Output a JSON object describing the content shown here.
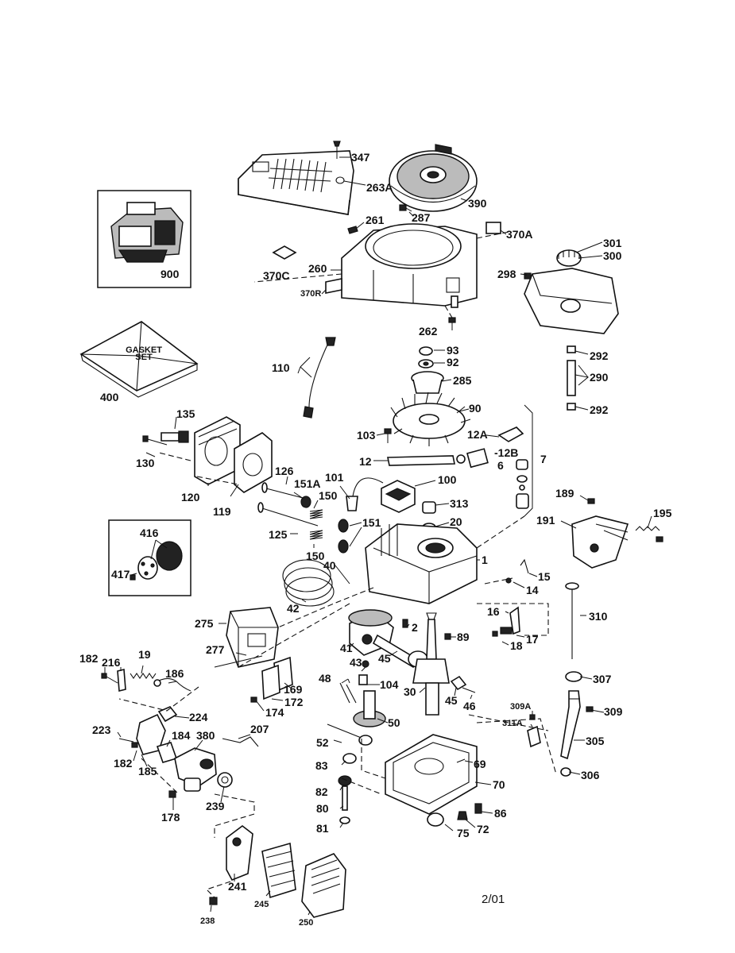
{
  "date_code": "2/01",
  "gasket_set_text": [
    "GASKET",
    "SET"
  ],
  "labels": {
    "p347": "347",
    "p263A": "263A",
    "p390": "390",
    "p287": "287",
    "p261": "261",
    "p370A": "370A",
    "p370C": "370C",
    "p260": "260",
    "p370R": "370R",
    "p262": "262",
    "p301": "301",
    "p300": "300",
    "p298": "298",
    "p900": "900",
    "p400": "400",
    "p110": "110",
    "p93": "93",
    "p92": "92",
    "p285": "285",
    "p292a": "292",
    "p290": "290",
    "p292b": "292",
    "p90": "90",
    "p103": "103",
    "p12A": "12A",
    "p12": "12",
    "p12B": "-12B",
    "p7": "7",
    "p6": "6",
    "p135": "135",
    "p130": "130",
    "p126": "126",
    "p151A": "151A",
    "p101": "101",
    "p100": "100",
    "p120": "120",
    "p119": "119",
    "p150a": "150",
    "p313": "313",
    "p20": "20",
    "p151": "151",
    "p125": "125",
    "p150b": "150",
    "p416": "416",
    "p417": "417",
    "p40": "40",
    "p1": "1",
    "p189": "189",
    "p195": "195",
    "p191": "191",
    "p15": "15",
    "p14": "14",
    "p42": "42",
    "p275": "275",
    "p2": "2",
    "p16": "16",
    "p310": "310",
    "p41": "41",
    "p89": "89",
    "p17": "17",
    "p18": "18",
    "p277": "277",
    "p43": "43",
    "p45a": "45",
    "p182a": "182",
    "p216": "216",
    "p19": "19",
    "p186": "186",
    "p48": "48",
    "p104": "104",
    "p307": "307",
    "p30": "30",
    "p45b": "45",
    "p46": "46",
    "p169": "169",
    "p172": "172",
    "p174": "174",
    "p309A": "309A",
    "p309": "309",
    "p224": "224",
    "p311A": "311A",
    "p50": "50",
    "p223": "223",
    "p207": "207",
    "p380": "380",
    "p184": "184",
    "p52": "52",
    "p305": "305",
    "p182b": "182",
    "p185": "185",
    "p83": "83",
    "p69": "69",
    "p306": "306",
    "p70": "70",
    "p82": "82",
    "p178": "178",
    "p239": "239",
    "p80": "80",
    "p86": "86",
    "p81": "81",
    "p75": "75",
    "p72": "72",
    "p241": "241",
    "p245": "245",
    "p250": "250",
    "p238": "238"
  }
}
